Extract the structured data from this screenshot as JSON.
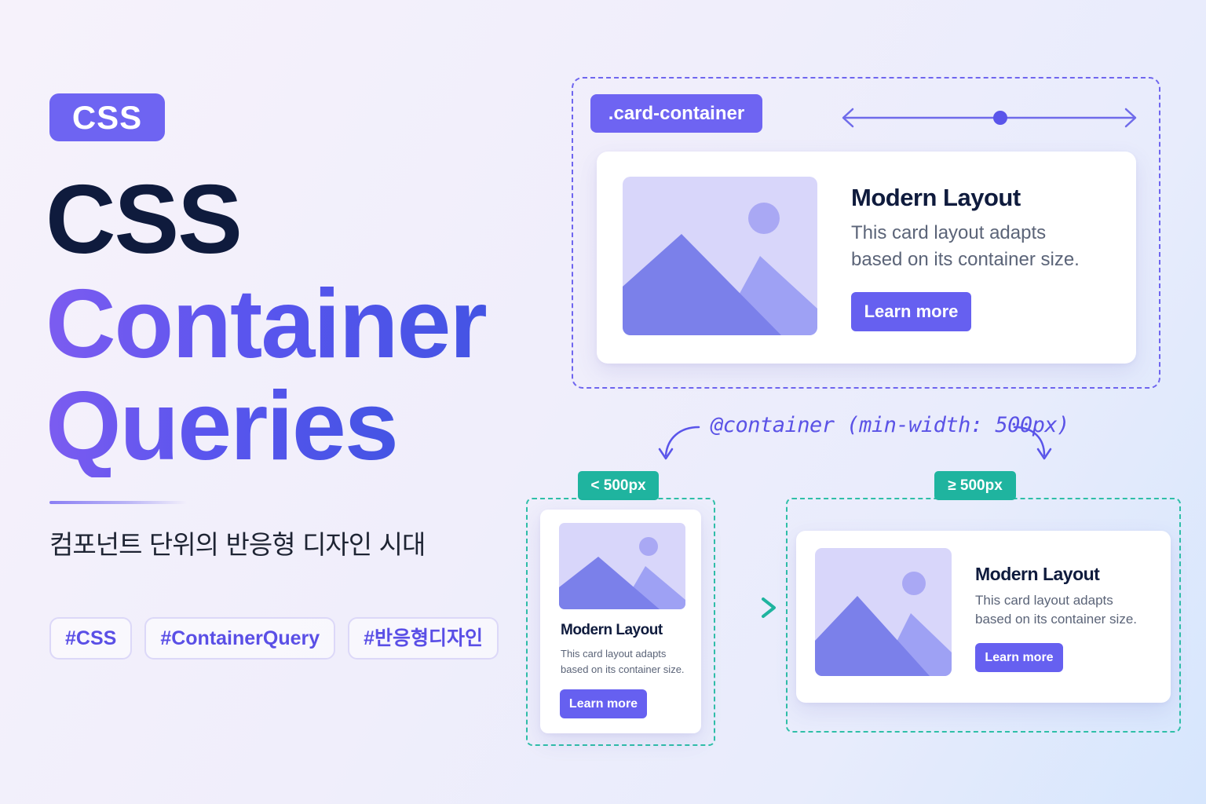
{
  "left": {
    "tag": "CSS",
    "title_lines": [
      "CSS",
      "Container",
      "Queries"
    ],
    "subtitle": "컴포넌트 단위의 반응형 디자인 시대",
    "hashtags": [
      "#CSS",
      "#ContainerQuery",
      "#반응형디자인"
    ]
  },
  "diagram": {
    "container_label": ".card-container",
    "query": "@container (min-width: 500px)",
    "breakpoint_small": "< 500px",
    "breakpoint_large": "≥ 500px",
    "card_title": "Modern Layout",
    "card_desc_line1": "This card layout adapts",
    "card_desc_line2": "based on its container size.",
    "card_button": "Learn more"
  },
  "colors": {
    "accent": "#6e64f2",
    "teal": "#1fb49f",
    "title_dark": "#0f1b3d",
    "image_bg": "#d8d6fa",
    "mountain_front": "#7b80ea",
    "mountain_back": "#9ea1f4",
    "sun": "#a9a8f4"
  },
  "icons": [
    "image-placeholder-icon",
    "resize-arrow-icon",
    "curved-arrow-icon",
    "right-arrow-icon"
  ]
}
